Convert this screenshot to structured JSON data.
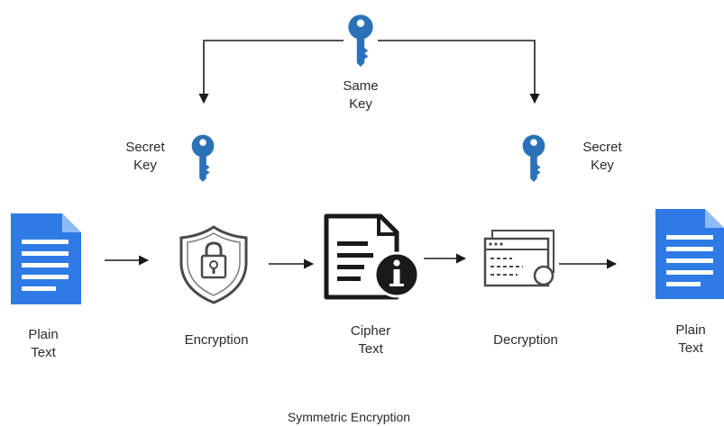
{
  "diagram": {
    "shared_key": {
      "icon": "key-icon",
      "label_line1": "Same",
      "label_line2": "Key"
    },
    "secret_key_left": {
      "icon": "key-icon",
      "label_line1": "Secret",
      "label_line2": "Key"
    },
    "secret_key_right": {
      "icon": "key-icon",
      "label_line1": "Secret",
      "label_line2": "Key"
    },
    "nodes": [
      {
        "id": "plain-text-in",
        "icon": "document-icon",
        "label_line1": "Plain",
        "label_line2": "Text"
      },
      {
        "id": "encryption",
        "icon": "shield-lock-icon",
        "label_line1": "Encryption"
      },
      {
        "id": "cipher-text",
        "icon": "document-info-icon",
        "label_line1": "Cipher",
        "label_line2": "Text"
      },
      {
        "id": "decryption",
        "icon": "browser-windows-icon",
        "label_line1": "Decryption"
      },
      {
        "id": "plain-text-out",
        "icon": "document-icon",
        "label_line1": "Plain",
        "label_line2": "Text"
      }
    ],
    "caption": "Symmetric Encryption",
    "colors": {
      "key": "#2b71b8",
      "document": "#2f7ae5",
      "dark": "#1a1a1a",
      "shield": "#4a4a4a"
    }
  }
}
